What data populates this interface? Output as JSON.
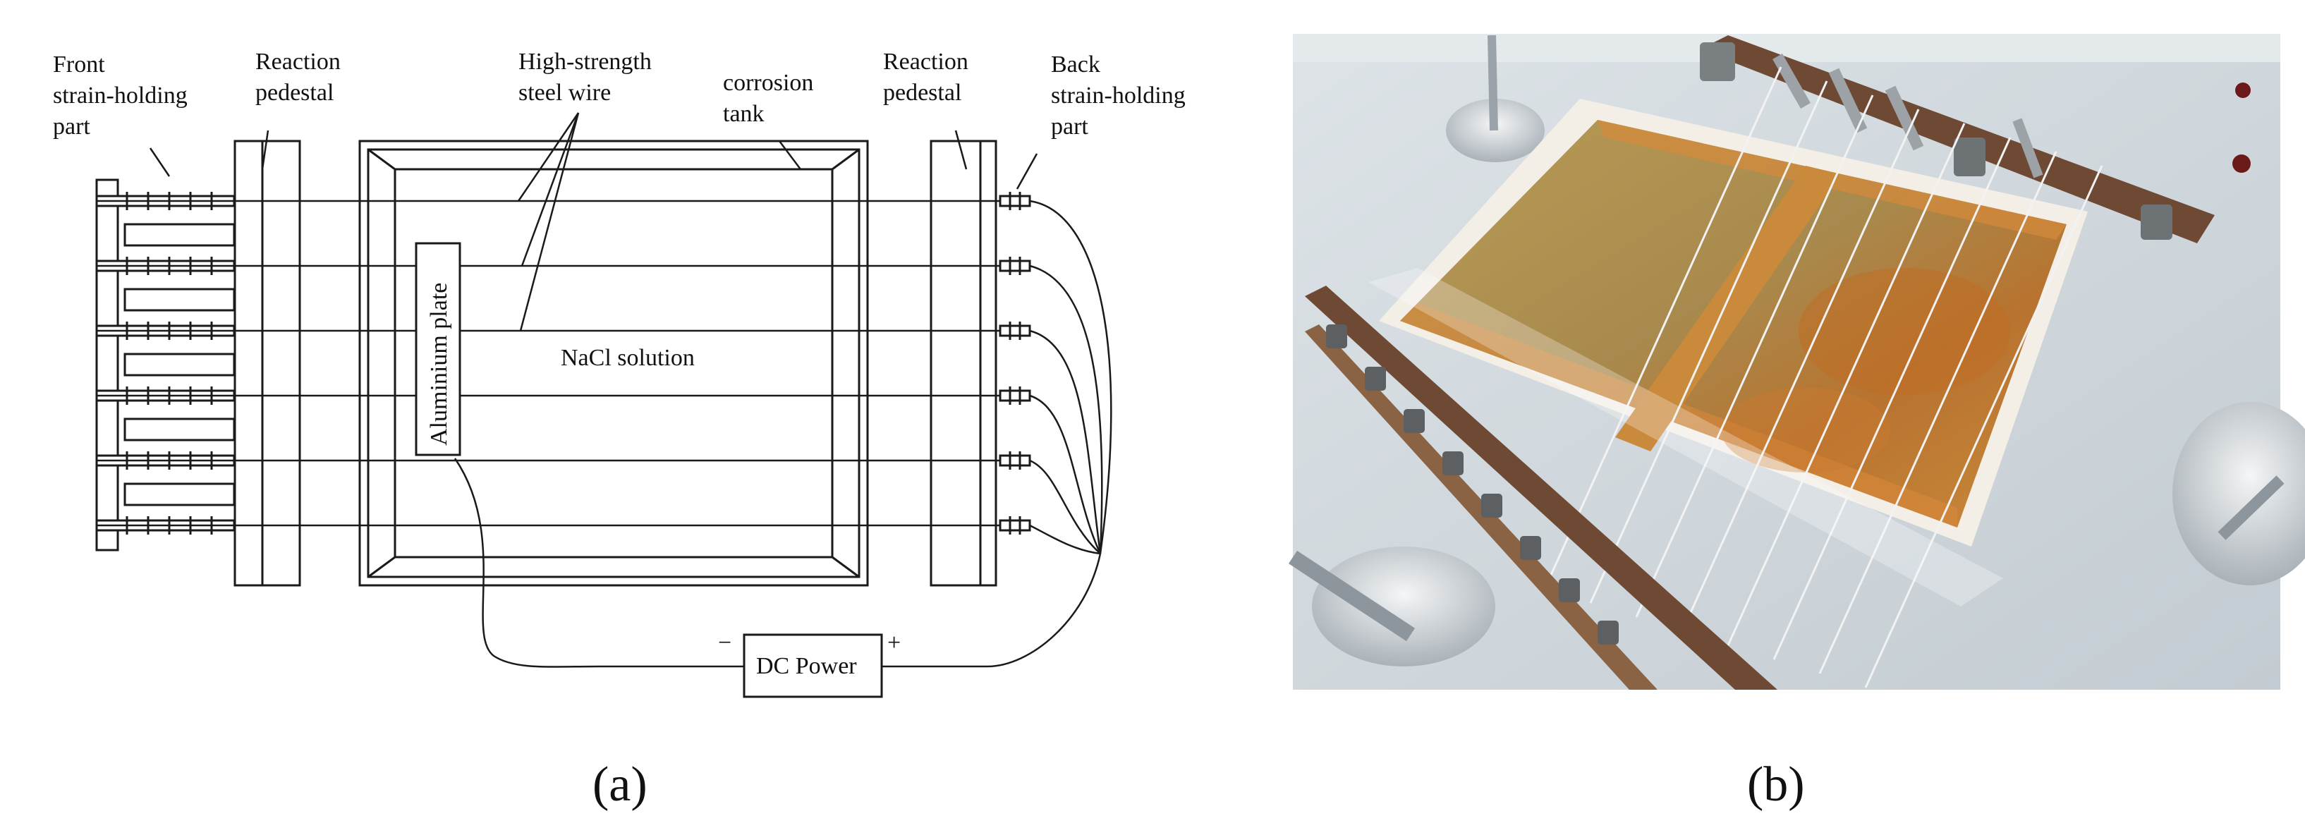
{
  "figure": {
    "panel_a": {
      "caption": "(a)",
      "labels": {
        "front_strain_holding_part": [
          "Front",
          "strain-holding",
          "part"
        ],
        "reaction_pedestal_left": [
          "Reaction",
          "pedestal"
        ],
        "high_strength_steel_wire": [
          "High-strength",
          "steel wire"
        ],
        "corrosion_tank": [
          "corrosion",
          "tank"
        ],
        "reaction_pedestal_right": [
          "Reaction",
          "pedestal"
        ],
        "back_strain_holding_part": [
          "Back",
          "strain-holding",
          "part"
        ],
        "aluminium_plate": "Aluminium plate",
        "nacl_solution": "NaCl solution",
        "dc_power": "DC Power",
        "minus_sign": "−",
        "plus_sign": "+"
      },
      "wire_count": 6
    },
    "panel_b": {
      "caption": "(b)",
      "photo_subject": "corrosion tank with tensioned steel wires (photograph)"
    }
  },
  "colors": {
    "line": "#1a1a1a",
    "photo_background": "#cfd6db",
    "tank_frame": "#f3eee6",
    "rust": "#c2782e",
    "rust_dark": "#9a6230",
    "pedestal_beam": "#6e4a35"
  }
}
